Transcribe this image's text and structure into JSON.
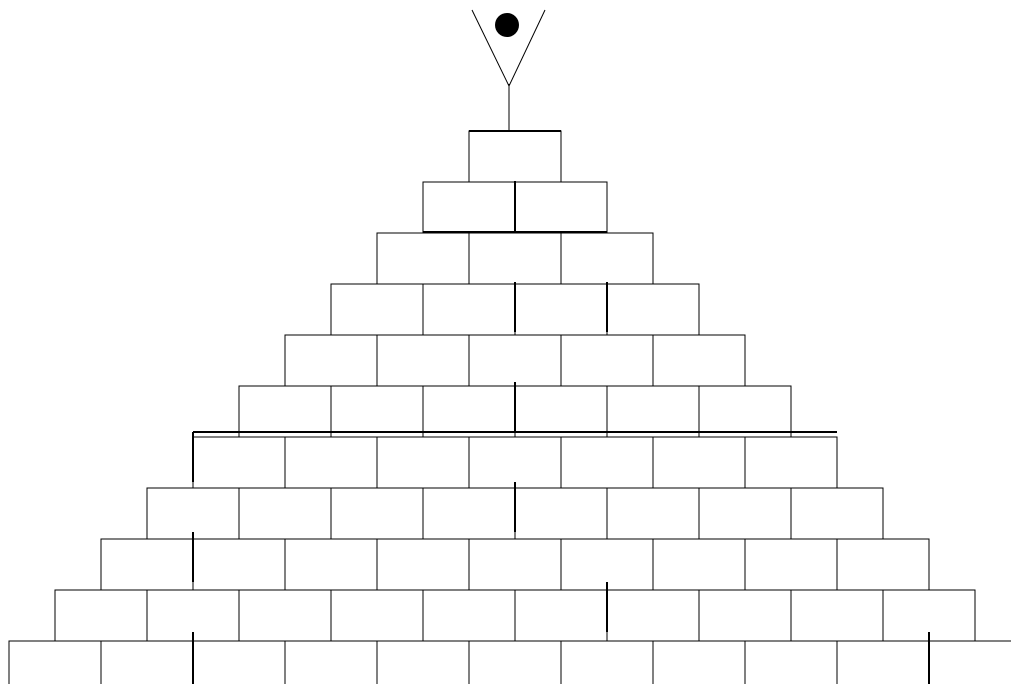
{
  "diagram": {
    "type": "pyramid",
    "row_block_counts": [
      1,
      2,
      3,
      4,
      5,
      6,
      7,
      8,
      9,
      10,
      11
    ],
    "figure": {
      "head": "filled-circle",
      "arms": "v-shape",
      "body": "single-line"
    },
    "colors": {
      "background": "#ffffff",
      "stroke": "#000000",
      "head_fill": "#000000"
    }
  }
}
